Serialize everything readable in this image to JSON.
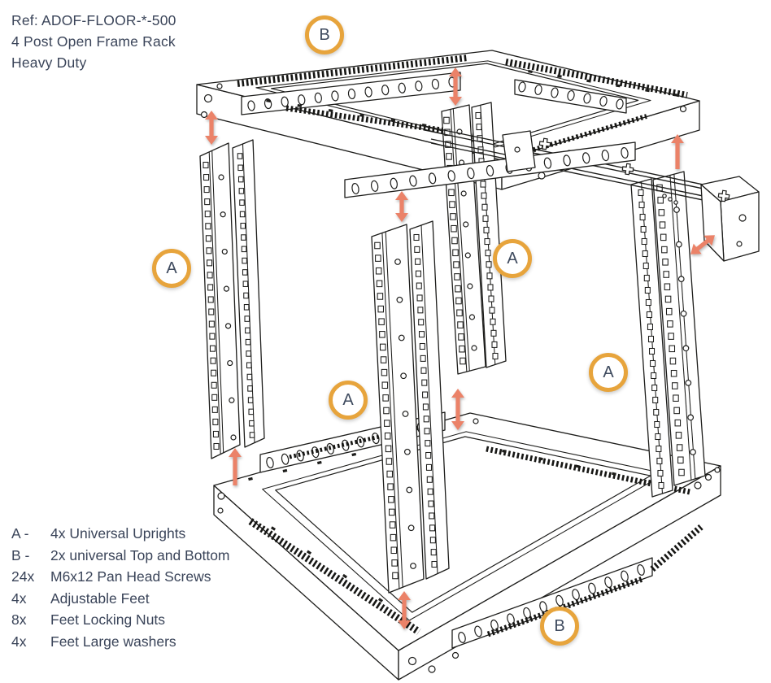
{
  "header": {
    "ref": "Ref: ADOF-FLOOR-*-500",
    "product": "4 Post Open Frame Rack",
    "variant": "Heavy Duty"
  },
  "parts_list": [
    {
      "label": "A -",
      "text": "4x Universal Uprights"
    },
    {
      "label": "B -",
      "text": "2x universal Top and Bottom"
    },
    {
      "label": "24x",
      "text": "M6x12 Pan Head Screws"
    },
    {
      "label": "4x",
      "text": "Adjustable Feet"
    },
    {
      "label": "8x",
      "text": "Feet Locking Nuts"
    },
    {
      "label": "4x",
      "text": "Feet Large washers"
    }
  ],
  "callouts": [
    {
      "letter": "B"
    },
    {
      "letter": "A"
    },
    {
      "letter": "A"
    },
    {
      "letter": "A"
    },
    {
      "letter": "A"
    },
    {
      "letter": "B"
    }
  ],
  "colors": {
    "accent_gold": "#E7A43C",
    "arrow_salmon": "#EB8268",
    "text_navy": "#3A4459",
    "line_ink": "#1D1D1B"
  }
}
